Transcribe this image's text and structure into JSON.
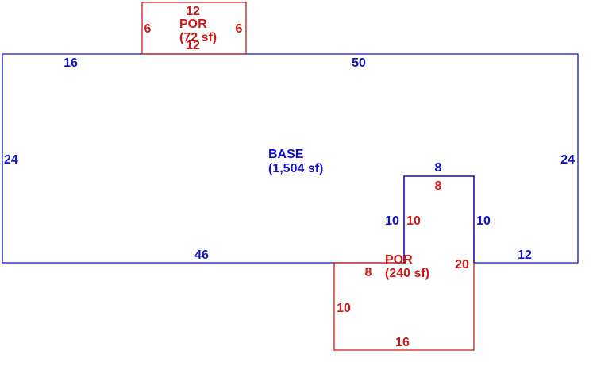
{
  "colors": {
    "base": "#1010c8",
    "por": "#d01818"
  },
  "areas": {
    "base": {
      "name": "BASE",
      "area": "(1,504 sf)"
    },
    "por_top": {
      "name": "POR",
      "area": "(72 sf)"
    },
    "por_bottom": {
      "name": "POR",
      "area": "(240 sf)"
    }
  },
  "dimensions": {
    "base_top_left": "16",
    "base_top_right": "50",
    "base_left": "24",
    "base_right": "24",
    "base_bottom_left": "46",
    "base_bottom_right": "12",
    "notch_top": "8",
    "notch_left": "10",
    "notch_right": "10",
    "por_top_top": "12",
    "por_top_bottom": "12",
    "por_top_left": "6",
    "por_top_right": "6",
    "por_bottom_notch_top": "8",
    "por_bottom_notch_left": "10",
    "por_bottom_step": "8",
    "por_bottom_left": "10",
    "por_bottom_right": "20",
    "por_bottom_bottom": "16"
  }
}
